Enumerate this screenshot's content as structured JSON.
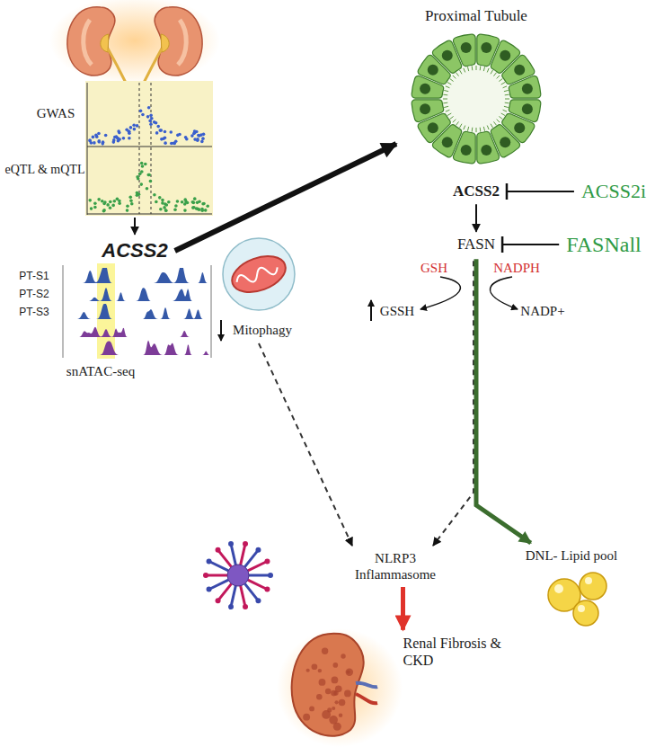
{
  "diagram": {
    "nodes": [
      {
        "text": [
          "GWAS"
        ]
      },
      {
        "text": [
          "eQTL & mQTL"
        ]
      },
      {
        "text": [
          "ACSS2"
        ]
      },
      {
        "text": [
          "PT-S1",
          "PT-S2",
          "PT-S3",
          "snATAC-seq"
        ]
      },
      {
        "text": [
          "Proximal Tubule"
        ]
      },
      {
        "text": [
          "ACSS2"
        ]
      },
      {
        "text": [
          "ACSS2i"
        ]
      },
      {
        "text": [
          "FASN"
        ]
      },
      {
        "text": [
          "FASNall"
        ]
      },
      {
        "text": [
          "Mitophagy"
        ]
      },
      {
        "text": [
          "NLRP3 Inflammasome"
        ]
      },
      {
        "text": [
          "DNL- Lipid pool"
        ]
      },
      {
        "text": [
          "Renal Fibrosis & CKD"
        ]
      }
    ],
    "edges": [
      {
        "from": 1,
        "to": 2,
        "arrow": "to"
      },
      {
        "from": 2,
        "to": 4,
        "arrow": "to"
      },
      {
        "from": 6,
        "to": 5,
        "arrow": "none"
      },
      {
        "from": 5,
        "to": 7,
        "arrow": "to"
      },
      {
        "from": 8,
        "to": 7,
        "arrow": "none"
      },
      {
        "from": 7,
        "to": 10,
        "arrow": "to"
      },
      {
        "from": 7,
        "to": 11,
        "arrow": "to"
      },
      {
        "from": 9,
        "to": 10,
        "arrow": "to"
      },
      {
        "from": 10,
        "to": 12,
        "arrow": "to"
      }
    ],
    "labels": [
      "GSH",
      "NADPH",
      "GSSH",
      "NADP+"
    ]
  }
}
